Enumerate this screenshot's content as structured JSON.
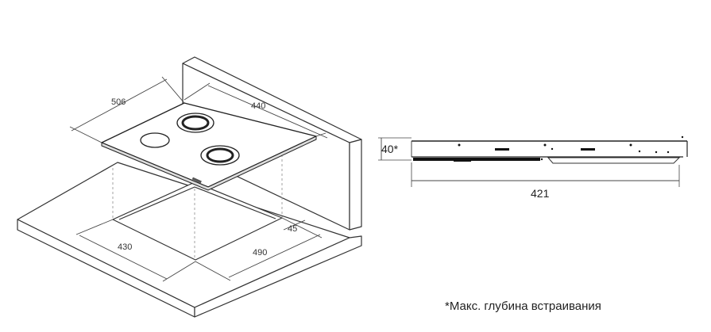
{
  "dimensions": {
    "hob_depth": "506",
    "hob_width": "440",
    "cutout_depth": "430",
    "cutout_width": "490",
    "cutout_edge_offset": "45",
    "embed_depth": "40*",
    "side_width": "421"
  },
  "footnote": "*Макс. глубина встраивания",
  "colors": {
    "line": "#333333",
    "hidden_line": "#888888",
    "glass": "#ffffff",
    "burner_ring": "#222222"
  }
}
